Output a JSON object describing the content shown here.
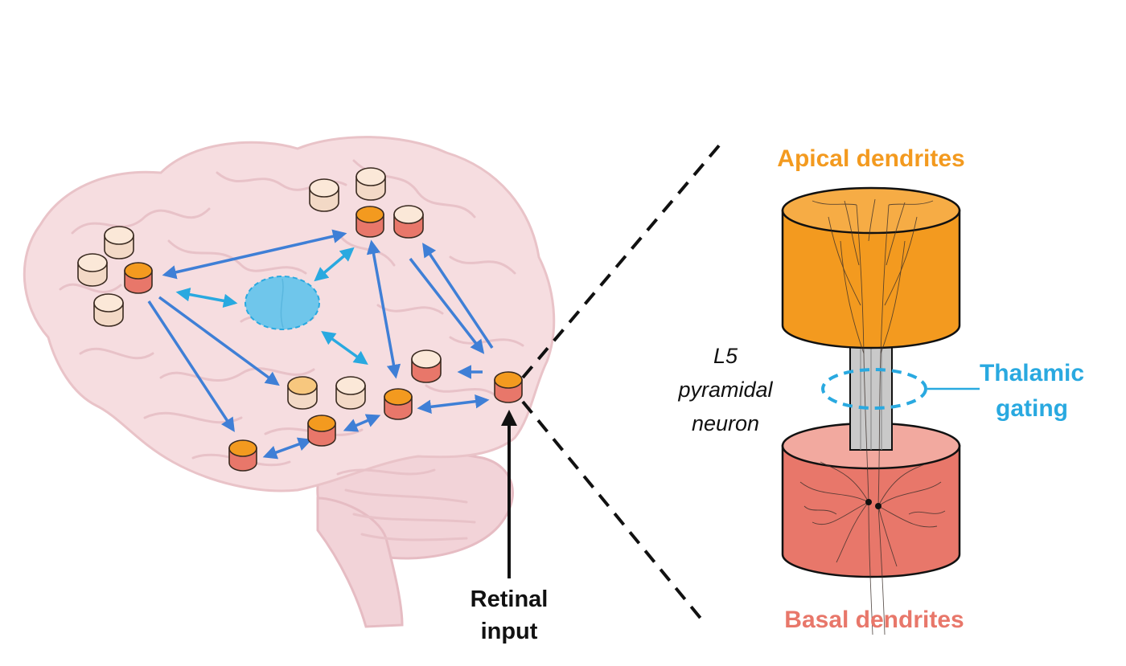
{
  "labels": {
    "apical": "Apical dendrites",
    "basal": "Basal dendrites",
    "thalamic_1": "Thalamic",
    "thalamic_2": "gating",
    "neuron_1": "L5",
    "neuron_2": "pyramidal",
    "neuron_3": "neuron",
    "retinal_1": "Retinal",
    "retinal_2": "input"
  },
  "colors": {
    "apical": "#f39a1f",
    "basal": "#e8776a",
    "thalamic": "#29a9e0",
    "arrow": "#3f7fd6",
    "brain": "#f6dde0",
    "brain_outline": "#e9c3c8",
    "inactive_node": "#fbe8d8"
  },
  "icons": [
    "brain-illustration",
    "cortical-column-icon",
    "thalamus-ellipse",
    "dendrite-tree"
  ]
}
